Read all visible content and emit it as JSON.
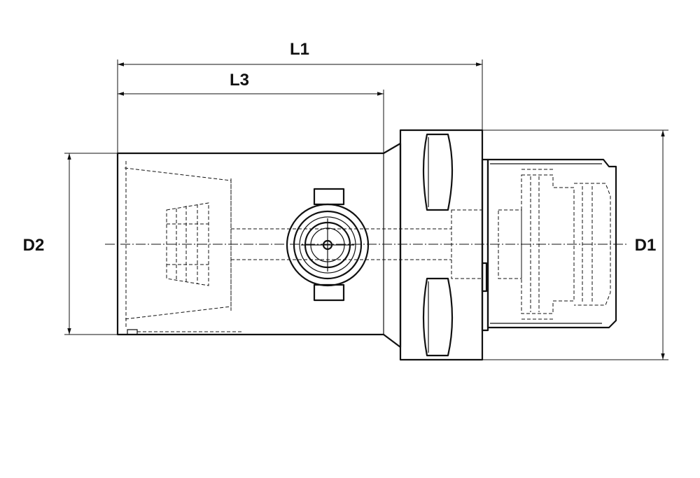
{
  "dimensions": {
    "l1": "L1",
    "l3": "L3",
    "d1": "D1",
    "d2": "D2"
  },
  "colors": {
    "line": "#111111",
    "background": "#ffffff"
  }
}
